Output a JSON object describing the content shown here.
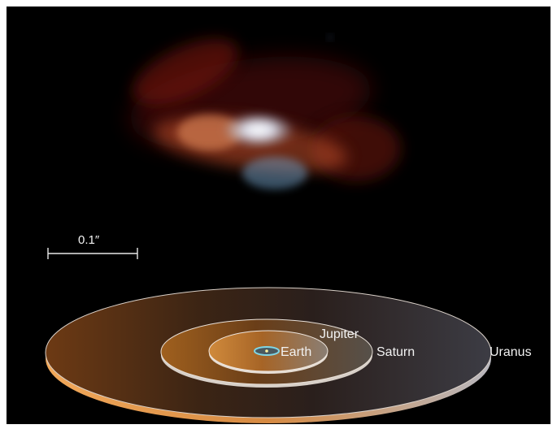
{
  "scale_bar": {
    "label": "0.1″"
  },
  "orbits": {
    "earth": "Earth",
    "jupiter": "Jupiter",
    "saturn": "Saturn",
    "uranus": "Uranus"
  },
  "colors": {
    "background": "#000000",
    "disk_orange": "#c8762e",
    "disk_edge": "#f0b060",
    "nebula_red": "#8a1a12",
    "nebula_core": "#ffffff",
    "earth_orbit": "#7fd6e6",
    "label_text": "#f2f2f2"
  }
}
